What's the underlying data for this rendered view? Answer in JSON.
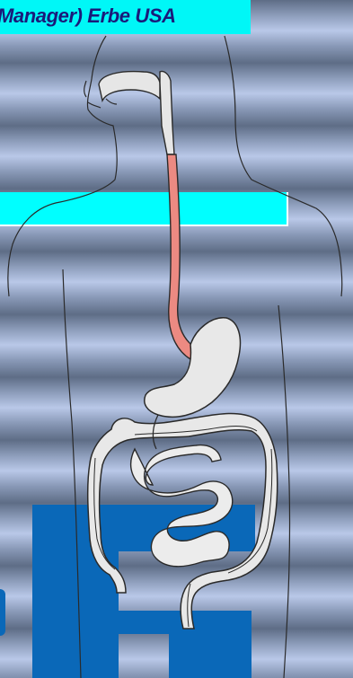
{
  "header": {
    "title": "Manager) Erbe USA"
  },
  "colors": {
    "title_background": "#00f7f7",
    "title_text": "#1a1a7a",
    "band": "#00ffff",
    "block": "#0a68b8",
    "esophagus": "#ec8a82",
    "organ_fill": "#e8e8e8",
    "outline": "#2a2a2a"
  },
  "illustration": {
    "subject": "human digestive tract",
    "highlighted_organ": "esophagus"
  }
}
